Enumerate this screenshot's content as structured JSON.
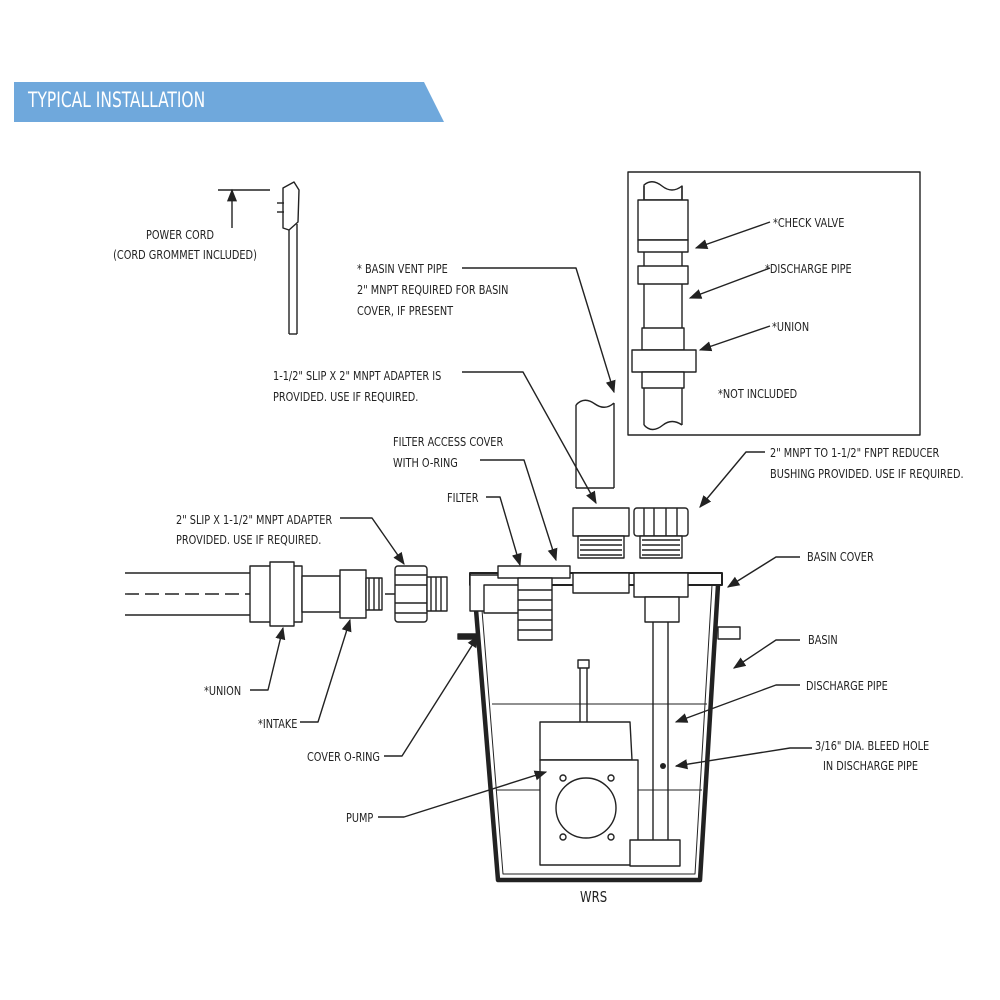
{
  "header": {
    "title": "TYPICAL INSTALLATION",
    "color": "#6fa8dc"
  },
  "labels": {
    "power_cord": "POWER CORD",
    "cord_grommet": "(CORD GROMMET INCLUDED)",
    "basin_vent_1": "* BASIN VENT PIPE",
    "basin_vent_2": "2\" MNPT REQUIRED FOR BASIN",
    "basin_vent_3": "COVER, IF PRESENT",
    "adapter_1": "1-1/2\" SLIP X 2\" MNPT ADAPTER IS",
    "adapter_2": "PROVIDED. USE IF REQUIRED.",
    "filter_access_1": "FILTER ACCESS COVER",
    "filter_access_2": "WITH O-RING",
    "filter": "FILTER",
    "slip_adapter_1": "2\" SLIP X 1-1/2\" MNPT ADAPTER",
    "slip_adapter_2": "PROVIDED. USE IF REQUIRED.",
    "check_valve": "*CHECK VALVE",
    "discharge_pipe_inset": "*DISCHARGE PIPE",
    "union_inset": "*UNION",
    "not_included": "*NOT INCLUDED",
    "reducer_1": "2\" MNPT TO 1-1/2\" FNPT REDUCER",
    "reducer_2": "BUSHING PROVIDED. USE IF REQUIRED.",
    "basin_cover": "BASIN COVER",
    "basin": "BASIN",
    "discharge_pipe": "DISCHARGE PIPE",
    "bleed_hole_1": "3/16\" DIA. BLEED HOLE",
    "bleed_hole_2": "IN DISCHARGE PIPE",
    "union": "*UNION",
    "intake": "*INTAKE",
    "cover_oring": "COVER O-RING",
    "pump": "PUMP",
    "model": "WRS"
  }
}
